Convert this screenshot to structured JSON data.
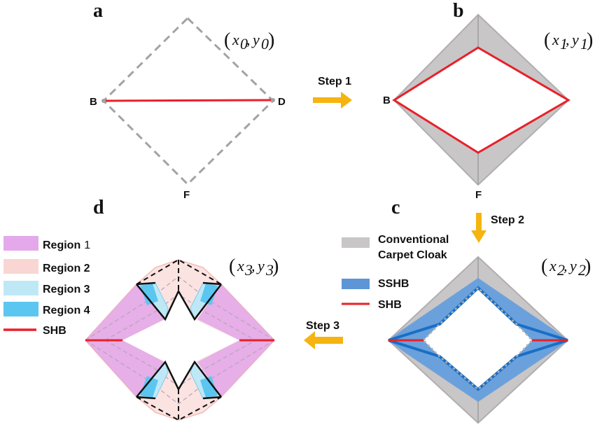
{
  "panels": {
    "a": {
      "label": "a",
      "coord_var_x": "x",
      "coord_sub_x": "0",
      "coord_var_y": "y",
      "coord_sub_y": "0"
    },
    "b": {
      "label": "b",
      "coord_var_x": "x",
      "coord_sub_x": "1",
      "coord_var_y": "y",
      "coord_sub_y": "1"
    },
    "c": {
      "label": "c",
      "coord_var_x": "x",
      "coord_sub_x": "2",
      "coord_var_y": "y",
      "coord_sub_y": "2"
    },
    "d": {
      "label": "d",
      "coord_var_x": "x",
      "coord_sub_x": "3",
      "coord_var_y": "y",
      "coord_sub_y": "3"
    }
  },
  "vertices": {
    "b": "B",
    "d": "D",
    "f": "F"
  },
  "steps": {
    "step1": "Step 1",
    "step2": "Step 2",
    "step3": "Step 3"
  },
  "legend_c": {
    "conventional_line1": "Conventional",
    "conventional_line2": "Carpet Cloak",
    "sshb": "SSHB",
    "shb": "SHB"
  },
  "legend_d": {
    "region1_word": "Region",
    "region1_num": "1",
    "region2": "Region 2",
    "region3": "Region 3",
    "region4": "Region 4",
    "shb": "SHB"
  },
  "colors": {
    "shb_red": "#e8202a",
    "sshb_blue": "#1a6ec5",
    "gray_shell": "#c8c6c6",
    "arrow_orange": "#f5b40f",
    "region1": "#e4a9ea",
    "region2": "#f9d6d3",
    "region3": "#bfe8f7",
    "region4": "#5bc6f0"
  }
}
